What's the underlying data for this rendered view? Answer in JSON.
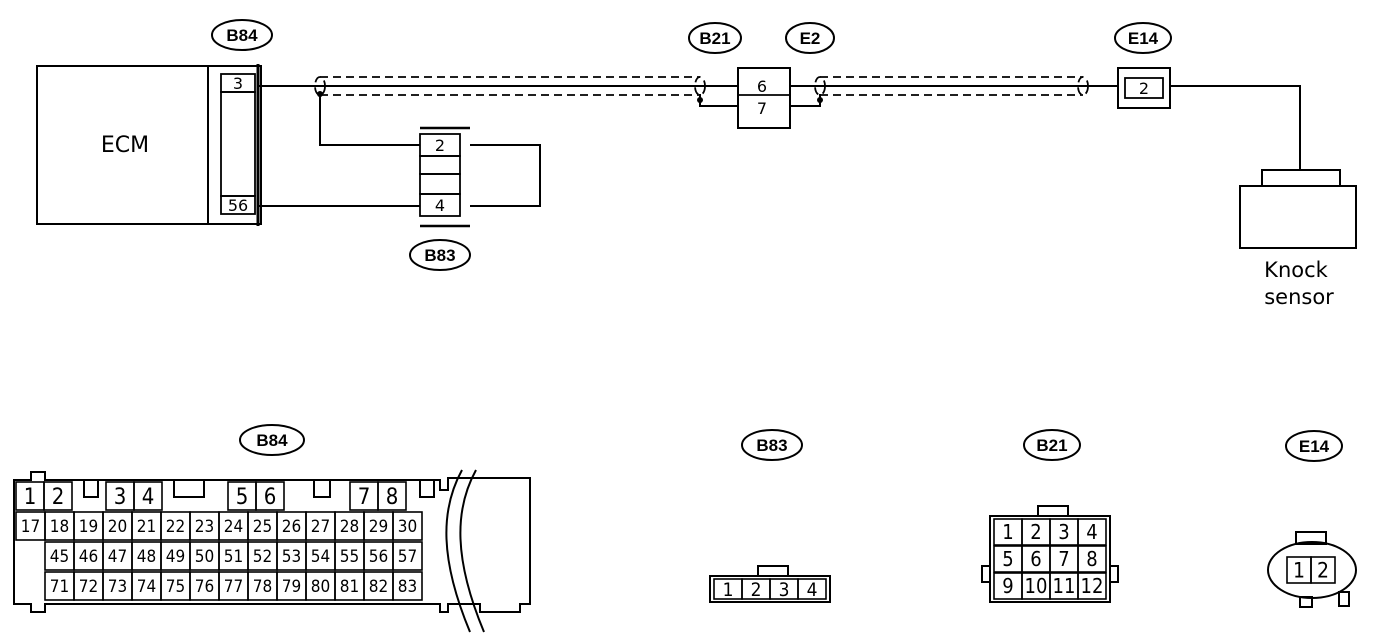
{
  "ecm": {
    "label": "ECM"
  },
  "connectors": {
    "b84": "B84",
    "b21": "B21",
    "e2": "E2",
    "e14": "E14",
    "b83": "B83"
  },
  "pins": {
    "b84_3": "3",
    "b84_56": "56",
    "b21_6": "6",
    "e2_7": "7",
    "e14_2": "2",
    "b83_2": "2",
    "b83_4": "4"
  },
  "sensor": {
    "line1": "Knock",
    "line2": "sensor"
  },
  "faces": {
    "b84": {
      "label": "B84",
      "top": [
        "1",
        "2",
        "3",
        "4",
        "5",
        "6",
        "7",
        "8"
      ],
      "row2": [
        "17",
        "18",
        "19",
        "20",
        "21",
        "22",
        "23",
        "24",
        "25",
        "26",
        "27",
        "28",
        "29",
        "30"
      ],
      "row3": [
        "45",
        "46",
        "47",
        "48",
        "49",
        "50",
        "51",
        "52",
        "53",
        "54",
        "55",
        "56",
        "57"
      ],
      "row4": [
        "71",
        "72",
        "73",
        "74",
        "75",
        "76",
        "77",
        "78",
        "79",
        "80",
        "81",
        "82",
        "83"
      ]
    },
    "b83": {
      "label": "B83",
      "pins": [
        "1",
        "2",
        "3",
        "4"
      ]
    },
    "b21": {
      "label": "B21",
      "pins": [
        "1",
        "2",
        "3",
        "4",
        "5",
        "6",
        "7",
        "8",
        "9",
        "10",
        "11",
        "12"
      ]
    },
    "e14": {
      "label": "E14",
      "pins": [
        "1",
        "2"
      ]
    }
  }
}
